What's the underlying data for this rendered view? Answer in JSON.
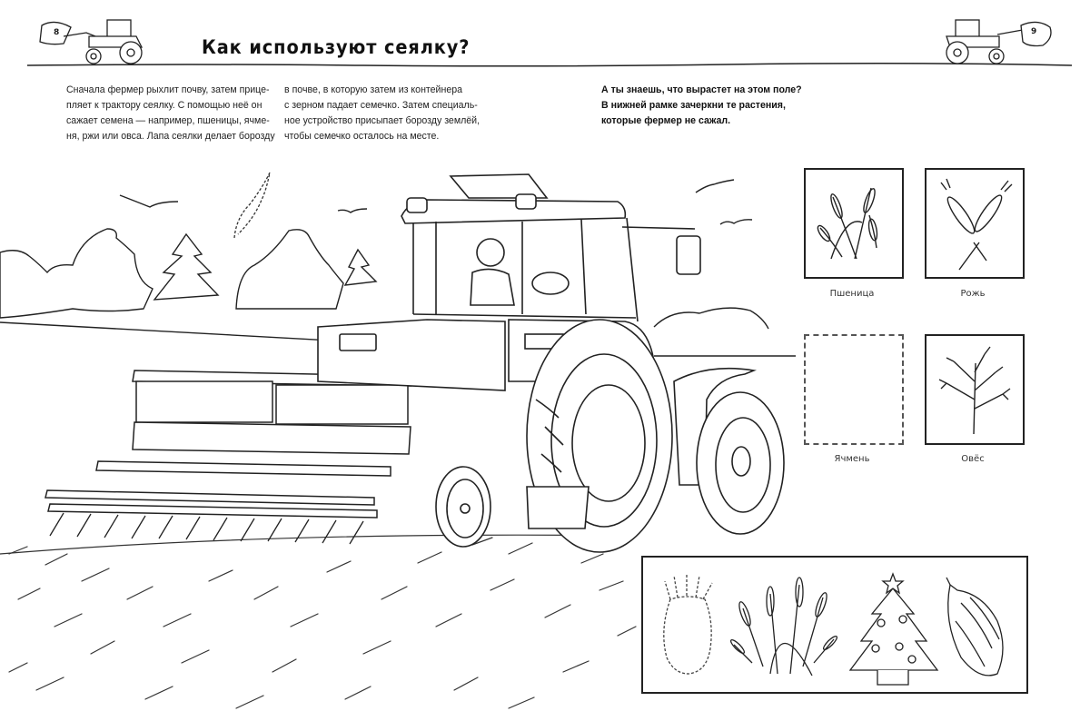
{
  "page": {
    "title": "Как используют сеялку?",
    "page_left": "8",
    "page_right": "9"
  },
  "intro": {
    "column1": [
      "Сначала фермер рыхлит почву, затем прице-",
      "пляет к трактору сеялку. С помощью неё он",
      "сажает семена — например, пшеницы, ячме-",
      "ня, ржи или овса. Лапа сеялки делает борозду"
    ],
    "column2": [
      "в почве, в которую затем из контейнера",
      "с зерном падает семечко. Затем специаль-",
      "ное устройство присыпает борозду землёй,",
      "чтобы семечко осталось на месте."
    ]
  },
  "task": {
    "lines": [
      "А ты знаешь, что вырастет на этом поле?",
      "В нижней рамке зачеркни те растения,",
      "которые фермер не сажал."
    ]
  },
  "plant_cards": [
    {
      "label": "Пшеница",
      "icon": "wheat-icon",
      "style": "solid"
    },
    {
      "label": "Рожь",
      "icon": "rye-icon",
      "style": "solid"
    },
    {
      "label": "Ячмень",
      "icon": "empty-frame",
      "style": "dashed"
    },
    {
      "label": "Овёс",
      "icon": "oat-icon",
      "style": "solid"
    }
  ],
  "bottom_frame": {
    "items": [
      {
        "name": "pineapple (dashed outline)",
        "icon": "pineapple-icon"
      },
      {
        "name": "wheat bundle",
        "icon": "wheat-bundle-icon"
      },
      {
        "name": "christmas tree",
        "icon": "christmas-tree-icon"
      },
      {
        "name": "pine cone",
        "icon": "pine-cone-icon"
      }
    ]
  },
  "colors": {
    "ink": "#1a1a1a",
    "paper": "#ffffff"
  }
}
